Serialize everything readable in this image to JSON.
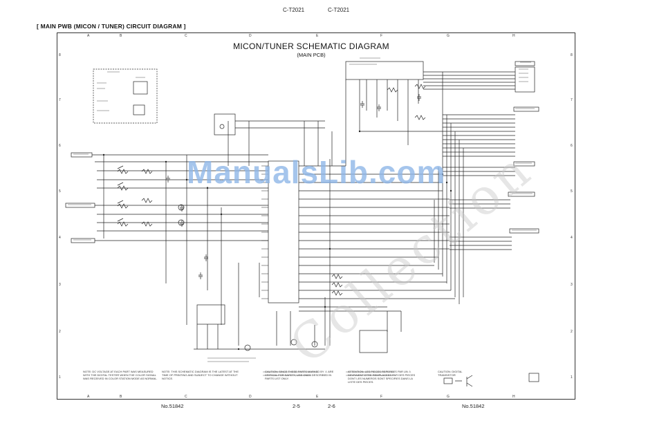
{
  "page_header": {
    "left_code": "C-T2021",
    "right_code": "C-T2021"
  },
  "section_title": "[ MAIN PWB (MICON / TUNER) CIRCUIT DIAGRAM  ]",
  "diagram": {
    "title": "MICON/TUNER SCHEMATIC DIAGRAM",
    "subtitle": "(MAIN PCB)"
  },
  "watermark": {
    "main": "ManualsLib.com",
    "diagonal": "Collection"
  },
  "zone_labels": {
    "rows": [
      "8",
      "7",
      "6",
      "5",
      "4",
      "3",
      "2",
      "1"
    ],
    "cols": [
      "A",
      "B",
      "C",
      "D",
      "E",
      "F",
      "G",
      "H"
    ]
  },
  "footer": {
    "left_no": "No.51842",
    "page_left": "2-5",
    "page_right": "2-6",
    "right_no": "No.51842"
  },
  "notes": {
    "note1": "NOTE: DC VOLTAGE AT EACH PART WAS MEASURED WITH THE DIGITAL TESTER WHEN THE COLOR SIGNAL WAS RECEIVED IN COLOR STATION MODE AS NORMAL.",
    "note2": "NOTE: THIS SCHEMATIC DIAGRAM IS THE LATEST AT THE TIME OF PRINTING AND SUBJECT TO CHANGE WITHOUT NOTICE.",
    "caution1": "CAUTION: SINCE THESE PARTS MARKED BY ⚠ ARE CRITICAL FOR SAFETY, USE ONES DESCRIBED IN PARTS LIST ONLY.",
    "attention": "ATTENTION: LES PIECES REPEREES PAR UN ⚠ DEVRAIENT ETRE REMPLACEES PAR DES PIECES DONT LES NUMEROS SONT SPECIFIES DANS LA LISTE DES PIECES.",
    "caution2": "CAUTION: DIGITAL TRANSISTOR"
  }
}
